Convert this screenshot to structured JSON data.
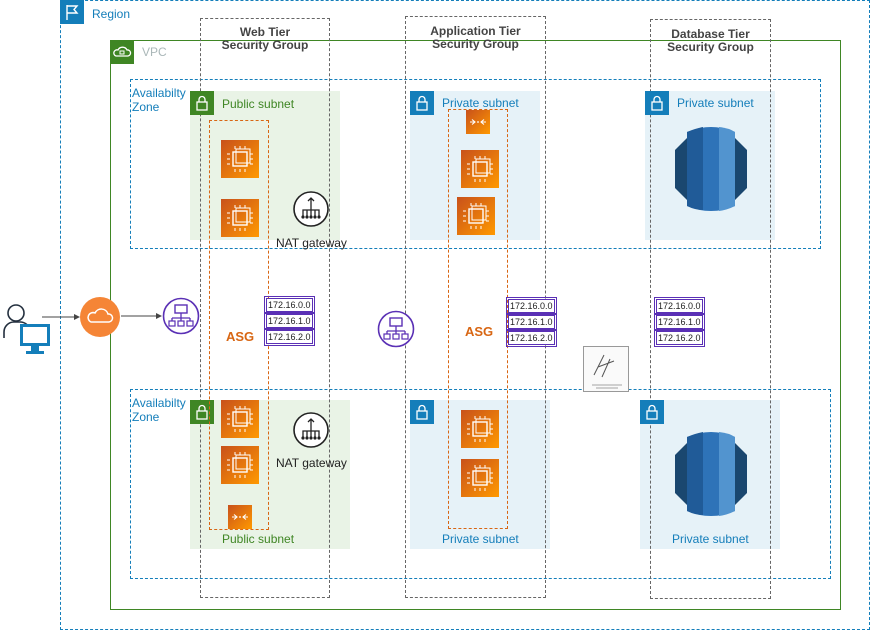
{
  "region": {
    "label": "Region"
  },
  "vpc": {
    "label": "VPC"
  },
  "availability_zone": {
    "label": "Availabilty\nZone"
  },
  "security_groups": {
    "web": "Web Tier\nSecurity Group",
    "app": "Application Tier\nSecurity Group",
    "db": "Database Tier\nSecurity Group"
  },
  "subnets": {
    "public": "Public subnet",
    "private": "Private subnet"
  },
  "asg": {
    "label": "ASG"
  },
  "nat": {
    "label": "NAT gateway"
  },
  "cidr_blocks": [
    "172.16.0.0",
    "172.16.1.0",
    "172.16.2.0"
  ],
  "colors": {
    "region": "#147eba",
    "vpc": "#3f8624",
    "public_subnet_fill": "#e9f3e6",
    "private_subnet_fill": "#e6f2f8",
    "compute_orange": "#ff9900",
    "asg_orange": "#d86613",
    "networking_purple": "#5a30b5",
    "rds_blue": "#2e73b8"
  },
  "icons": [
    "region-flag-icon",
    "vpc-cloud-icon",
    "lock-icon",
    "ec2-instance-icon",
    "load-balancer-icon",
    "nat-gateway-icon",
    "internet-gateway-icon",
    "user-icon",
    "desktop-icon",
    "rds-database-icon",
    "logo-watermark"
  ]
}
